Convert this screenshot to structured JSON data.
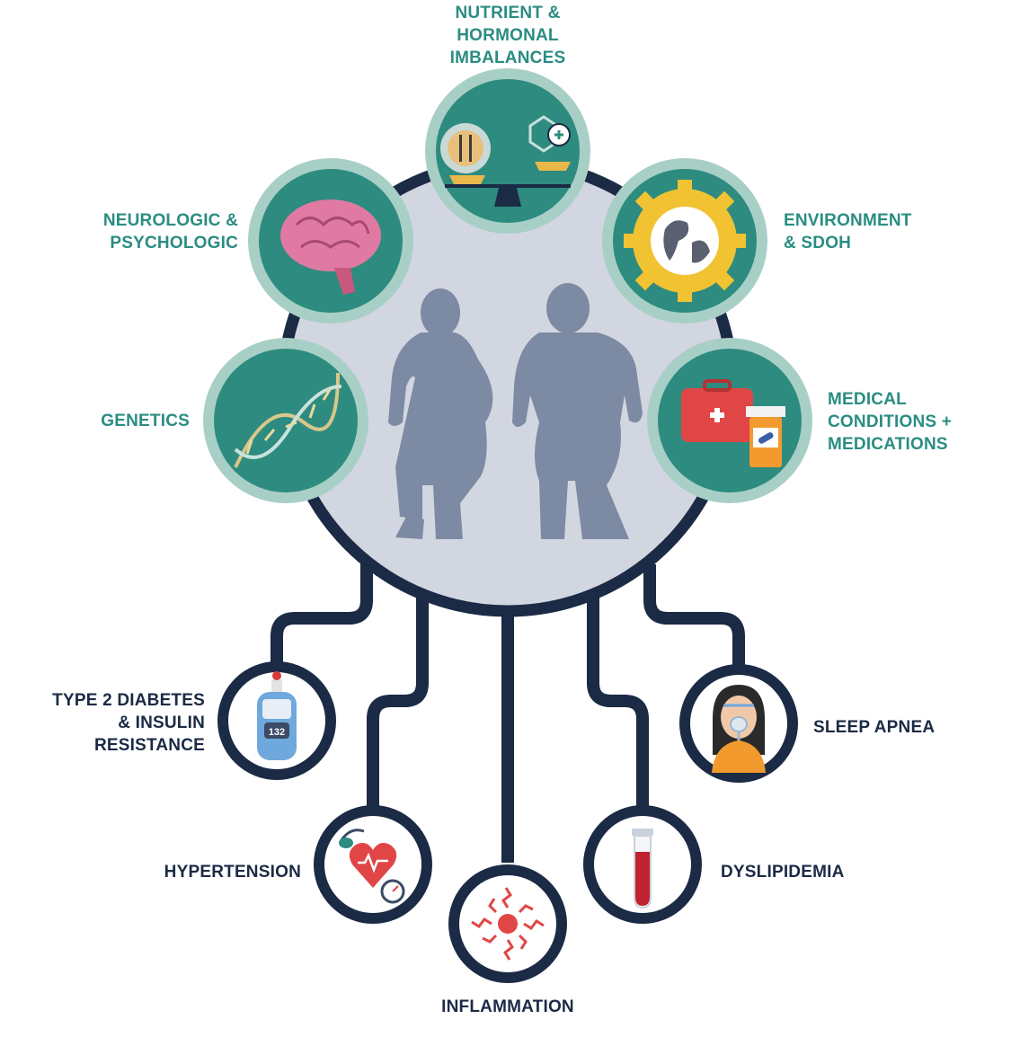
{
  "colors": {
    "teal_text": "#2a8d82",
    "teal_fill": "#2e8b7f",
    "teal_ring": "#a8cfc6",
    "navy": "#1b2a45",
    "central_fill": "#d2d6e0",
    "silhouette": "#7d8aa3",
    "background": "#ffffff"
  },
  "causes": [
    {
      "id": "nutrient",
      "label": "NUTRIENT &\nHORMONAL\nIMBALANCES",
      "icon": "plate-scale-molecule-icon"
    },
    {
      "id": "neuro",
      "label": "NEUROLOGIC &\nPSYCHOLOGIC",
      "icon": "brain-icon"
    },
    {
      "id": "environment",
      "label": "ENVIRONMENT\n& SDOH",
      "icon": "globe-gear-icon"
    },
    {
      "id": "genetics",
      "label": "GENETICS",
      "icon": "dna-icon"
    },
    {
      "id": "medical",
      "label": "MEDICAL\nCONDITIONS +\nMEDICATIONS",
      "icon": "medkit-pill-bottle-icon"
    }
  ],
  "consequences": [
    {
      "id": "diabetes",
      "label": "TYPE 2 DIABETES\n& INSULIN\nRESISTANCE",
      "icon": "glucose-meter-icon",
      "meter_reading": "132"
    },
    {
      "id": "hypertension",
      "label": "HYPERTENSION",
      "icon": "blood-pressure-heart-icon"
    },
    {
      "id": "inflammation",
      "label": "INFLAMMATION",
      "icon": "inflammation-burst-icon"
    },
    {
      "id": "dyslipidemia",
      "label": "DYSLIPIDEMIA",
      "icon": "blood-tube-icon"
    },
    {
      "id": "sleep_apnea",
      "label": "SLEEP APNEA",
      "icon": "cpap-mask-woman-icon"
    }
  ]
}
